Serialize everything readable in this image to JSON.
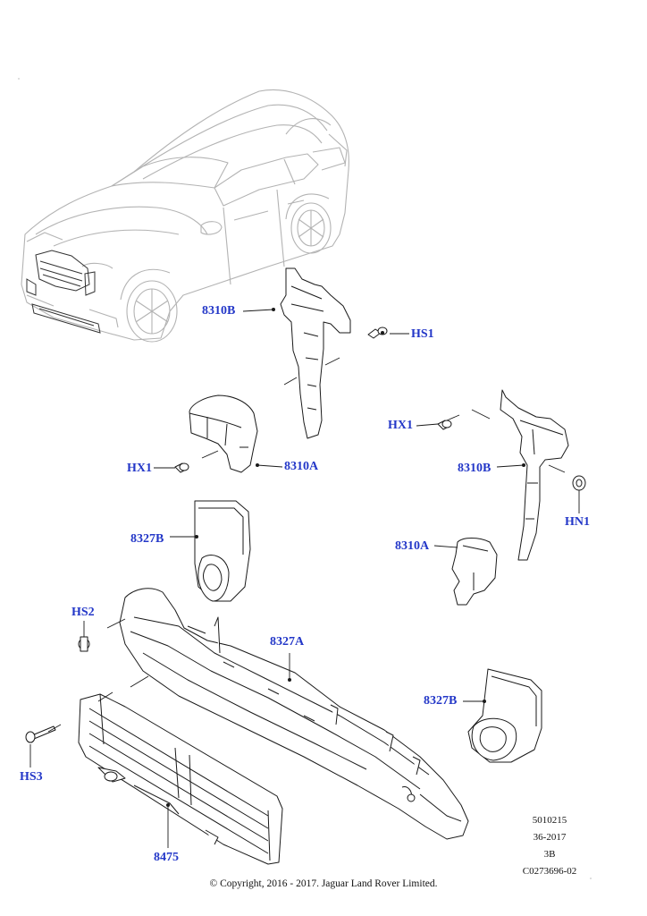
{
  "callouts": {
    "c_8310B_top": "8310B",
    "c_HS1": "HS1",
    "c_HX1_right": "HX1",
    "c_HX1_left": "HX1",
    "c_8310A_left": "8310A",
    "c_8310B_right": "8310B",
    "c_HN1": "HN1",
    "c_8327B_left": "8327B",
    "c_8310A_right": "8310A",
    "c_HS2": "HS2",
    "c_8327A": "8327A",
    "c_8327B_right": "8327B",
    "c_HS3": "HS3",
    "c_8475": "8475"
  },
  "meta": {
    "line1": "5010215",
    "line2": "36-2017",
    "line3": "3B",
    "line4": "C0273696-02"
  },
  "copyright": "© Copyright, 2016 - 2017. Jaguar Land Rover Limited.",
  "colors": {
    "callout": "#2337c8",
    "line": "#1a1a1a",
    "car": "#b5b5b5"
  }
}
